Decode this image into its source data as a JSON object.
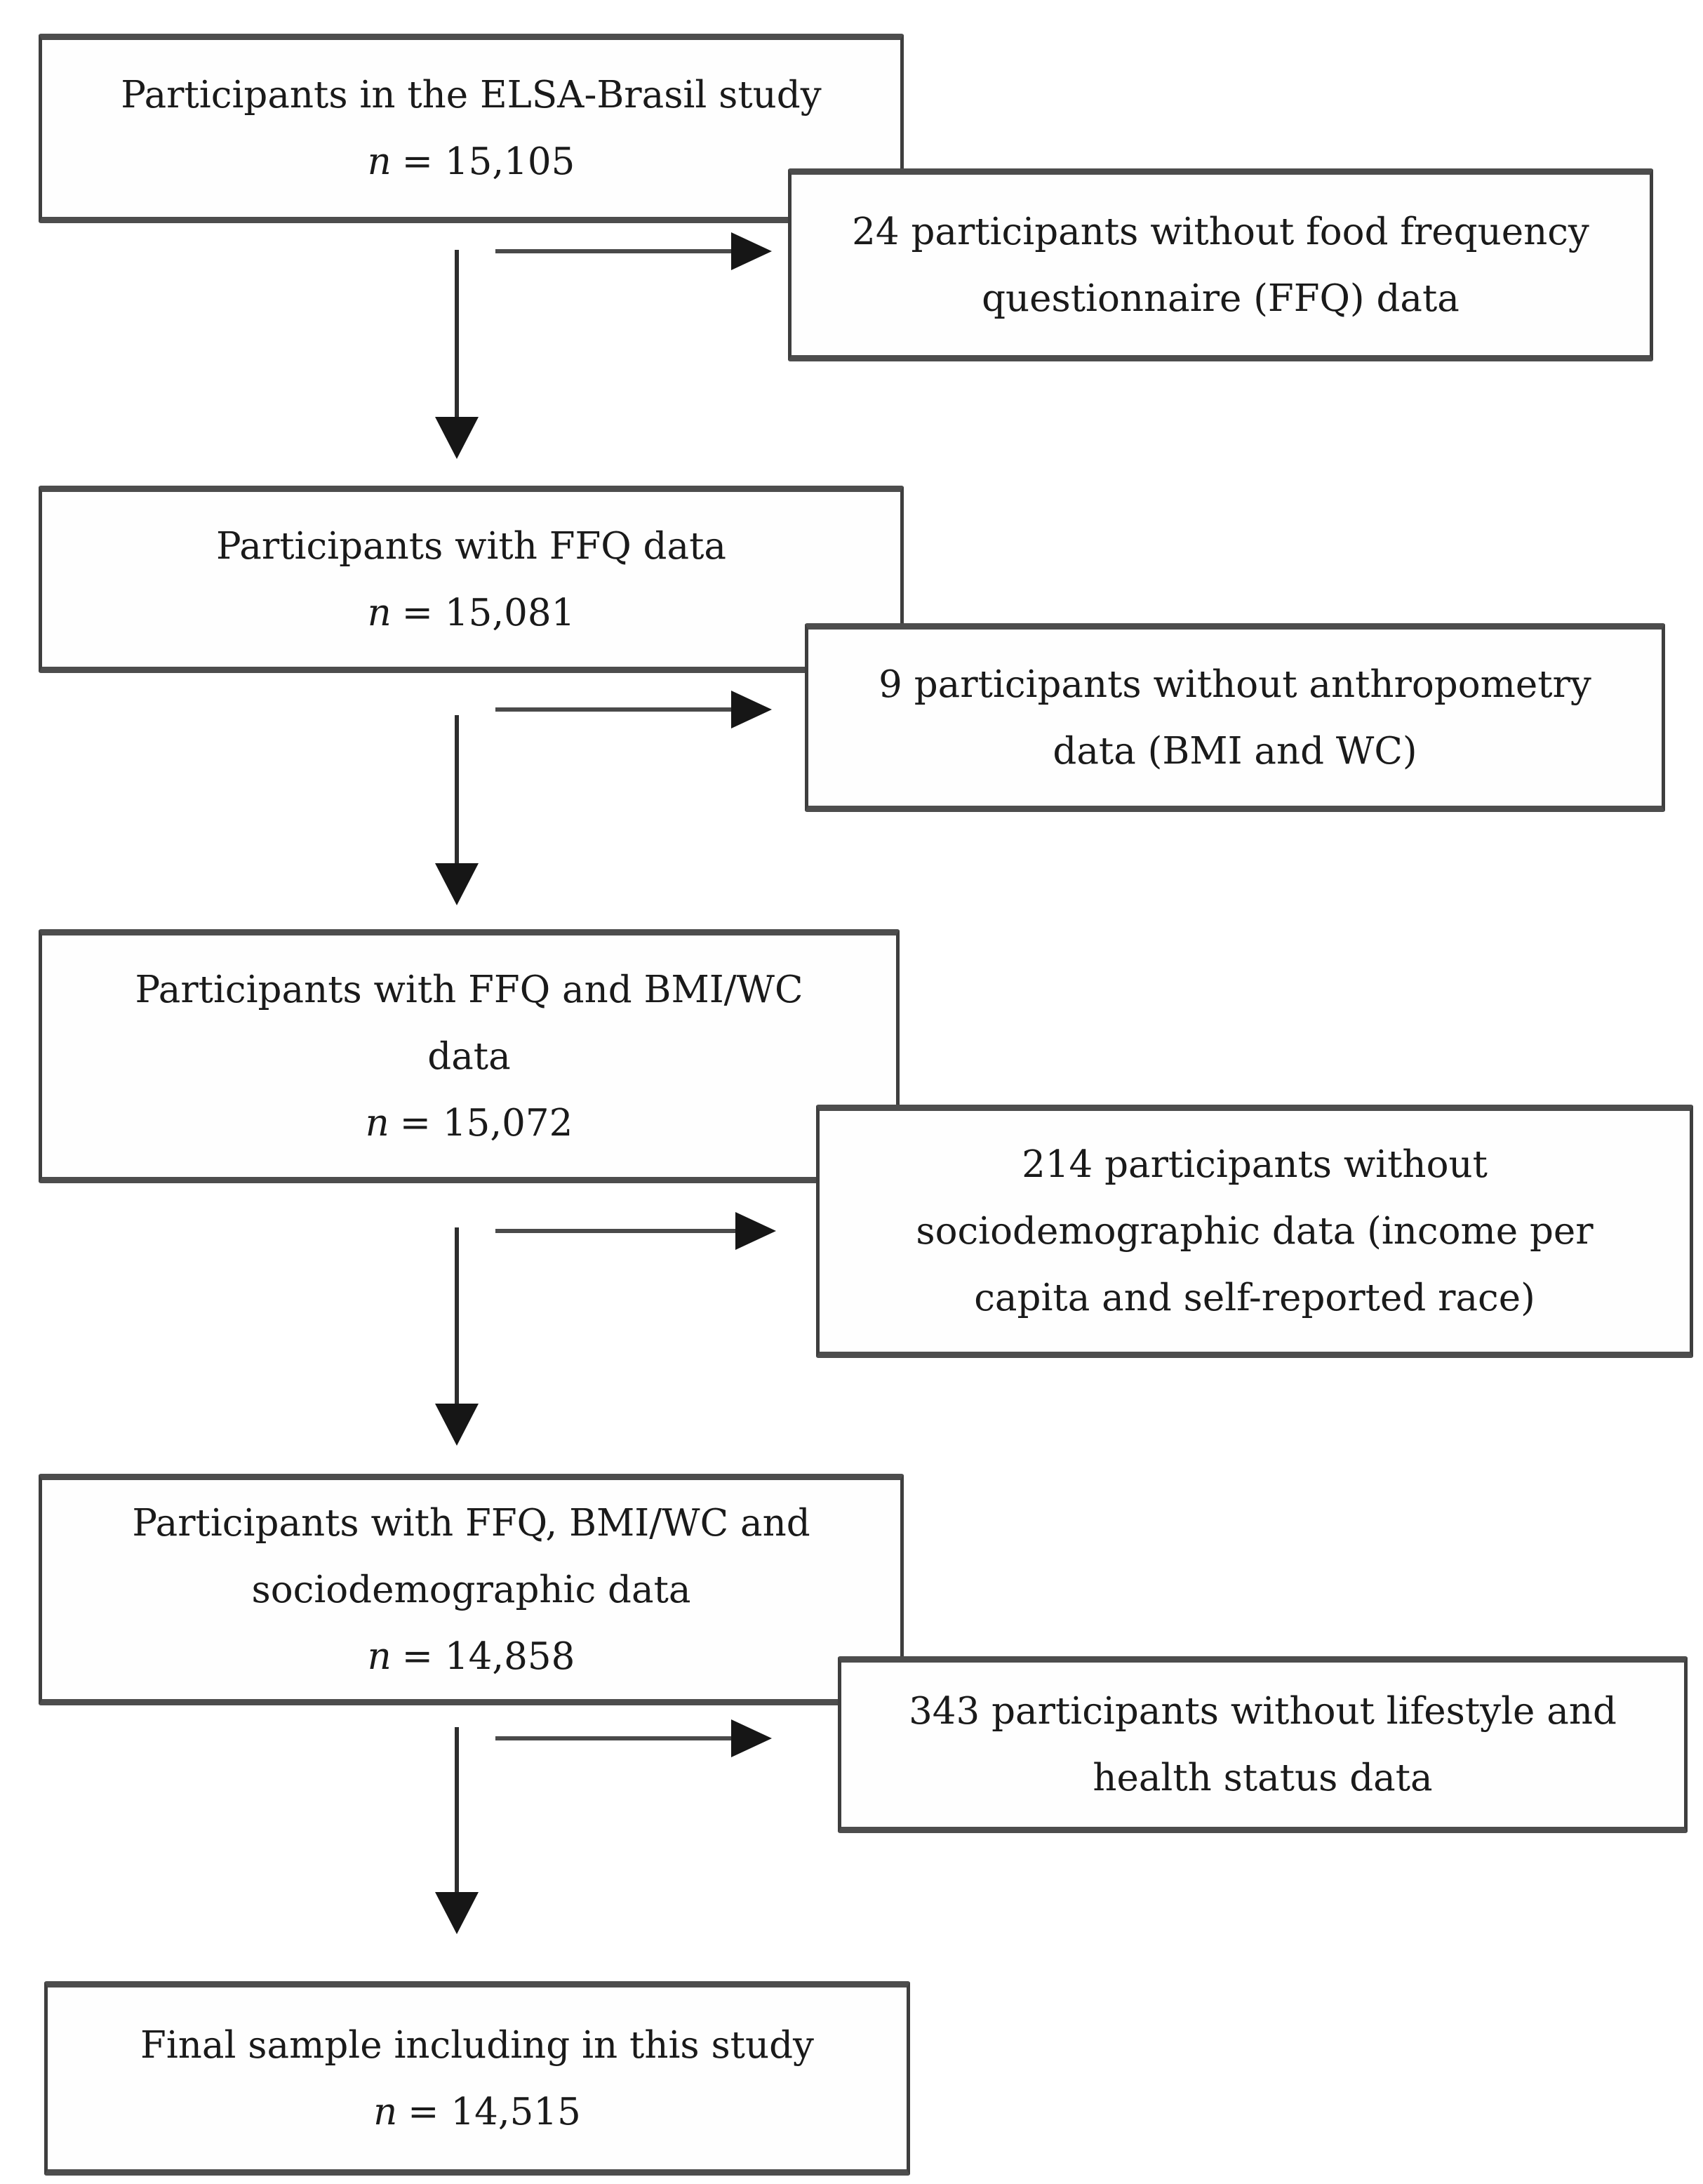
{
  "flow": {
    "main": [
      {
        "lines": [
          "Participants in the ELSA-Brasil study"
        ],
        "n": "n",
        "value": "= 15,105"
      },
      {
        "lines": [
          "Participants with FFQ data"
        ],
        "n": "n",
        "value": "= 15,081"
      },
      {
        "lines": [
          "Participants with FFQ and BMI/WC",
          "data"
        ],
        "n": "n",
        "value": "= 15,072"
      },
      {
        "lines": [
          "Participants with FFQ, BMI/WC and",
          "sociodemographic data"
        ],
        "n": "n",
        "value": "= 14,858"
      },
      {
        "lines": [
          "Final sample including in this study"
        ],
        "n": "n",
        "value": "= 14,515"
      }
    ],
    "exclusions": [
      {
        "lines": [
          "24 participants without food frequency",
          "questionnaire (FFQ) data"
        ]
      },
      {
        "lines": [
          "9 participants without anthropometry",
          "data (BMI and WC)"
        ]
      },
      {
        "lines": [
          "214 participants without",
          "sociodemographic data (income per",
          "capita and self-reported race)"
        ]
      },
      {
        "lines": [
          "343 participants without lifestyle and",
          "health status data"
        ]
      }
    ]
  }
}
